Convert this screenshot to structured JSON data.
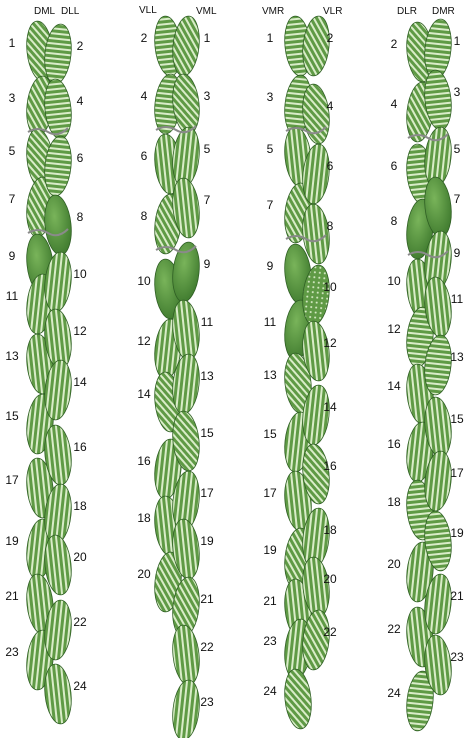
{
  "figure": {
    "columns": [
      {
        "id": "col1",
        "headers": [
          "DML",
          "DLL"
        ],
        "left_numbers": [
          "1",
          "3",
          "5",
          "7",
          "9",
          "11",
          "13",
          "15",
          "17",
          "19",
          "21",
          "23"
        ],
        "right_numbers": [
          "2",
          "4",
          "6",
          "8",
          "10",
          "12",
          "14",
          "16",
          "18",
          "20",
          "22",
          "24"
        ]
      },
      {
        "id": "col2",
        "headers": [
          "VLL",
          "VML"
        ],
        "left_numbers": [
          "2",
          "4",
          "6",
          "8",
          "10",
          "12",
          "14",
          "16",
          "18",
          "20"
        ],
        "right_numbers": [
          "1",
          "3",
          "5",
          "7",
          "9",
          "11",
          "13",
          "15",
          "17",
          "19",
          "21",
          "22",
          "23"
        ]
      },
      {
        "id": "col3",
        "headers": [
          "VMR",
          "VLR"
        ],
        "left_numbers": [
          "1",
          "3",
          "5",
          "7",
          "9",
          "11",
          "13",
          "15",
          "17",
          "19",
          "21",
          "23",
          "24"
        ],
        "right_numbers": [
          "2",
          "4",
          "6",
          "8",
          "10",
          "12",
          "14",
          "16",
          "18",
          "20",
          "22"
        ]
      },
      {
        "id": "col4",
        "headers": [
          "DLR",
          "DMR"
        ],
        "left_numbers": [
          "2",
          "4",
          "6",
          "8",
          "10",
          "12",
          "14",
          "16",
          "18",
          "20",
          "22",
          "24"
        ],
        "right_numbers": [
          "1",
          "3",
          "5",
          "7",
          "9",
          "11",
          "13",
          "15",
          "17",
          "19",
          "21",
          "23"
        ]
      }
    ]
  },
  "colors": {
    "cell_fill": "#5f9a45",
    "cell_dark": "#3f7a2e",
    "stripe": "#d9ecc8",
    "outline": "#2f5f24",
    "boundary": "#8a8a8a"
  }
}
